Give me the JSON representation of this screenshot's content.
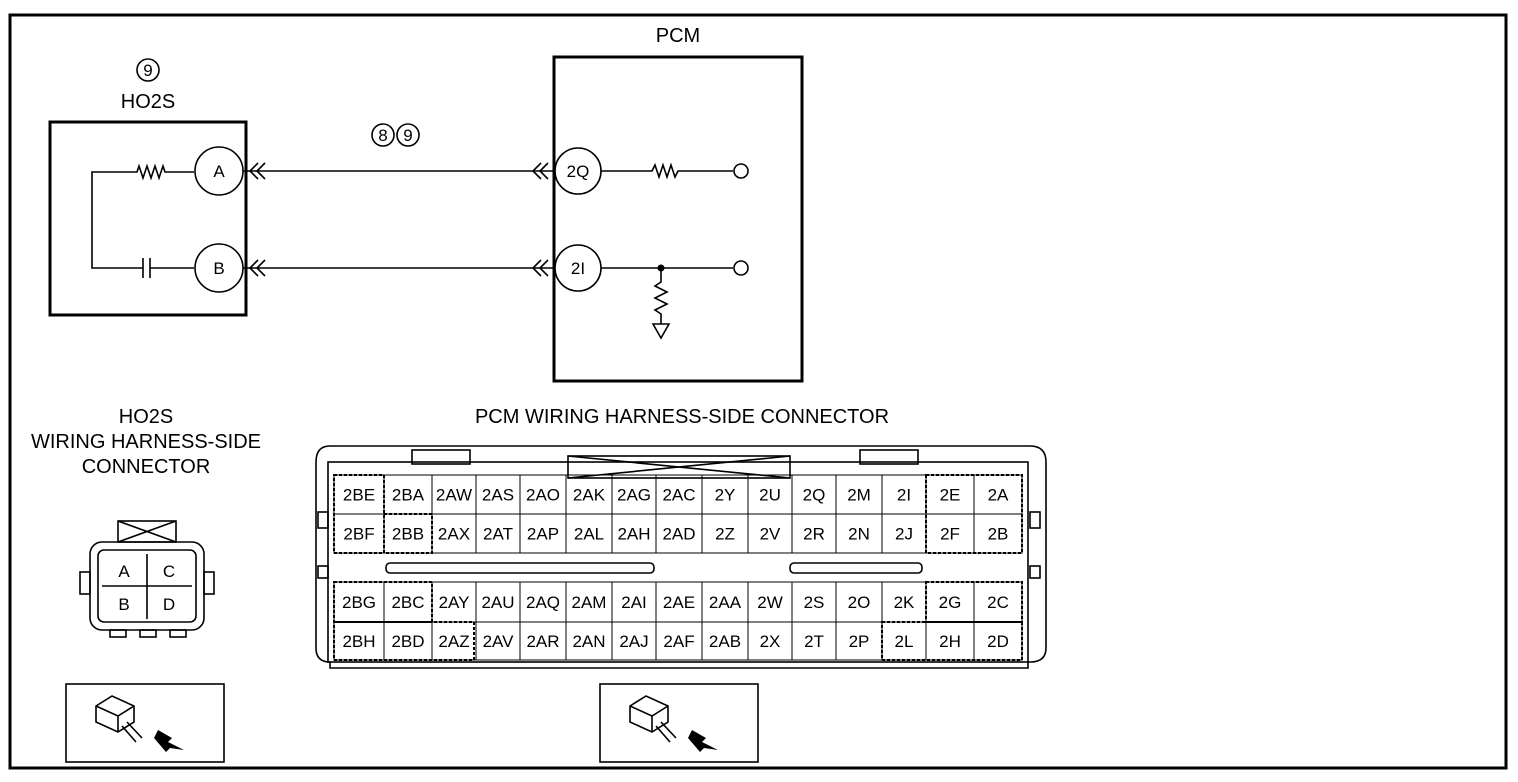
{
  "pcm": {
    "title": "PCM",
    "terminals": [
      "2Q",
      "2I"
    ]
  },
  "ho2s": {
    "circled_number": "9",
    "title": "HO2S",
    "terminals": [
      "A",
      "B"
    ]
  },
  "wire_label": [
    "8",
    "9"
  ],
  "ho2s_connector": {
    "title_lines": [
      "HO2S",
      "WIRING HARNESS-SIDE",
      "CONNECTOR"
    ],
    "pins": [
      [
        "A",
        "C"
      ],
      [
        "B",
        "D"
      ]
    ]
  },
  "pcm_connector": {
    "title": "PCM WIRING HARNESS-SIDE CONNECTOR",
    "upper_rows": [
      [
        "2BE",
        "2BA",
        "2AW",
        "2AS",
        "2AO",
        "2AK",
        "2AG",
        "2AC",
        "2Y",
        "2U",
        "2Q",
        "2M",
        "2I",
        "2E",
        "2A"
      ],
      [
        "2BF",
        "2BB",
        "2AX",
        "2AT",
        "2AP",
        "2AL",
        "2AH",
        "2AD",
        "2Z",
        "2V",
        "2R",
        "2N",
        "2J",
        "2F",
        "2B"
      ]
    ],
    "lower_rows": [
      [
        "2BG",
        "2BC",
        "2AY",
        "2AU",
        "2AQ",
        "2AM",
        "2AI",
        "2AE",
        "2AA",
        "2W",
        "2S",
        "2O",
        "2K",
        "2G",
        "2C"
      ],
      [
        "2BH",
        "2BD",
        "2AZ",
        "2AV",
        "2AR",
        "2AN",
        "2AJ",
        "2AF",
        "2AB",
        "2X",
        "2T",
        "2P",
        "2L",
        "2H",
        "2D"
      ]
    ]
  },
  "view_icons": [
    "connector-view-icon",
    "connector-view-icon"
  ]
}
